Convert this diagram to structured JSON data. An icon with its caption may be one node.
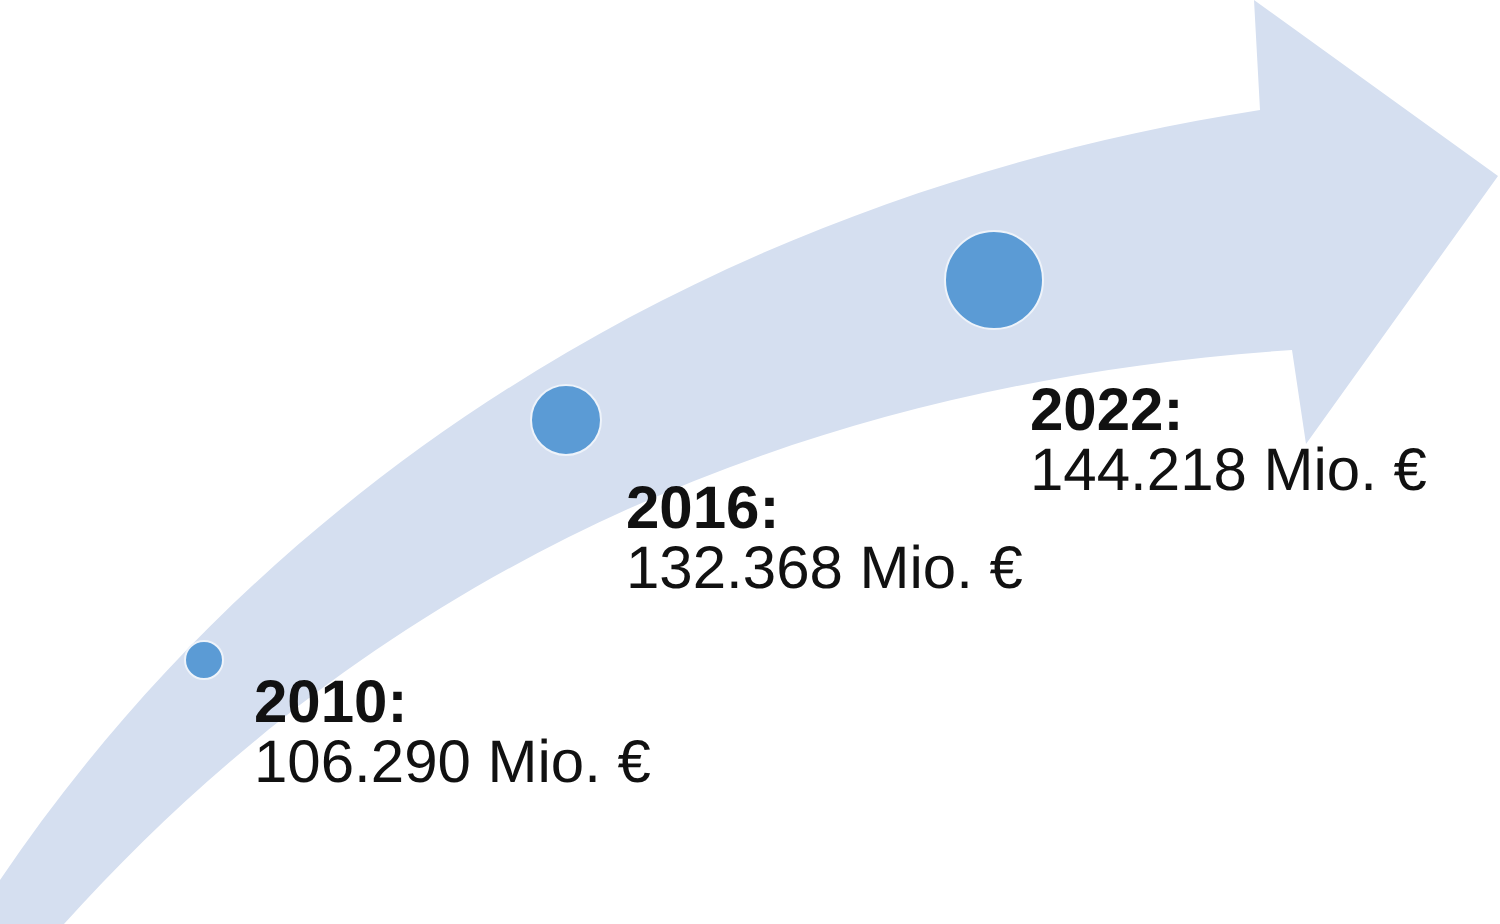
{
  "diagram": {
    "nodes": [
      {
        "text": [],
        "shape": "circle",
        "beside": [
          "2010:",
          "106.290 Mio. €"
        ]
      },
      {
        "text": [],
        "shape": "circle",
        "beside": [
          "2016:",
          "132.368 Mio. €"
        ]
      },
      {
        "text": [],
        "shape": "circle",
        "beside": [
          "2022:",
          "144.218 Mio. €"
        ]
      }
    ]
  }
}
